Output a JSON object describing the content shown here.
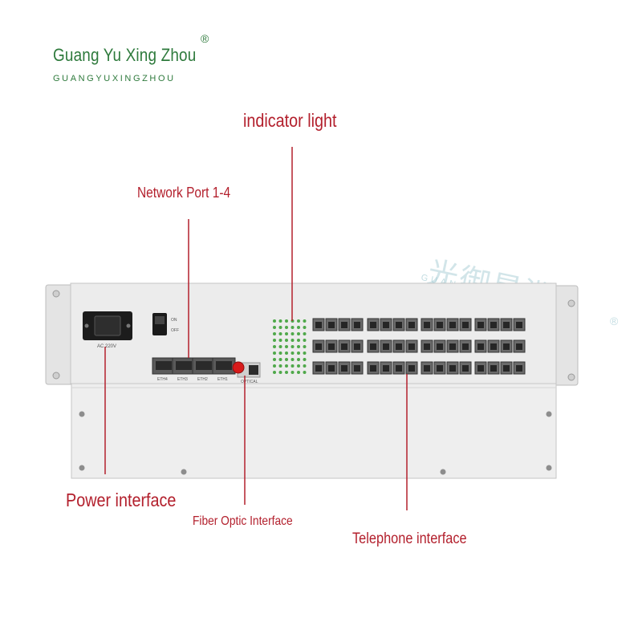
{
  "brand": {
    "title": "Guang Yu Xing Zhou",
    "registered": "®",
    "subtitle": "GUANGYUXINGZHOU"
  },
  "labels": {
    "indicator_light": "indicator light",
    "network_port": "Network Port 1-4",
    "power_interface": "Power interface",
    "fiber_optic_interface": "Fiber Optic Interface",
    "telephone_interface": "Telephone interface"
  },
  "watermark": {
    "chinese": "光御星洲",
    "english": "GUANGYUXINGZHOU",
    "registered": "®"
  },
  "device_markings": {
    "ac_label": "AC 220V",
    "switch_on": "ON",
    "switch_off": "OFF",
    "eth_ports": [
      "ETH4",
      "ETH3",
      "ETH2",
      "ETH1"
    ],
    "optical_label": "OPTICAL"
  },
  "colors": {
    "brand_green": "#2e7a3c",
    "label_red": "#b3202d",
    "panel": "#ebebeb",
    "fiber_red": "#d81b1b",
    "led_green": "#4fa84a"
  }
}
